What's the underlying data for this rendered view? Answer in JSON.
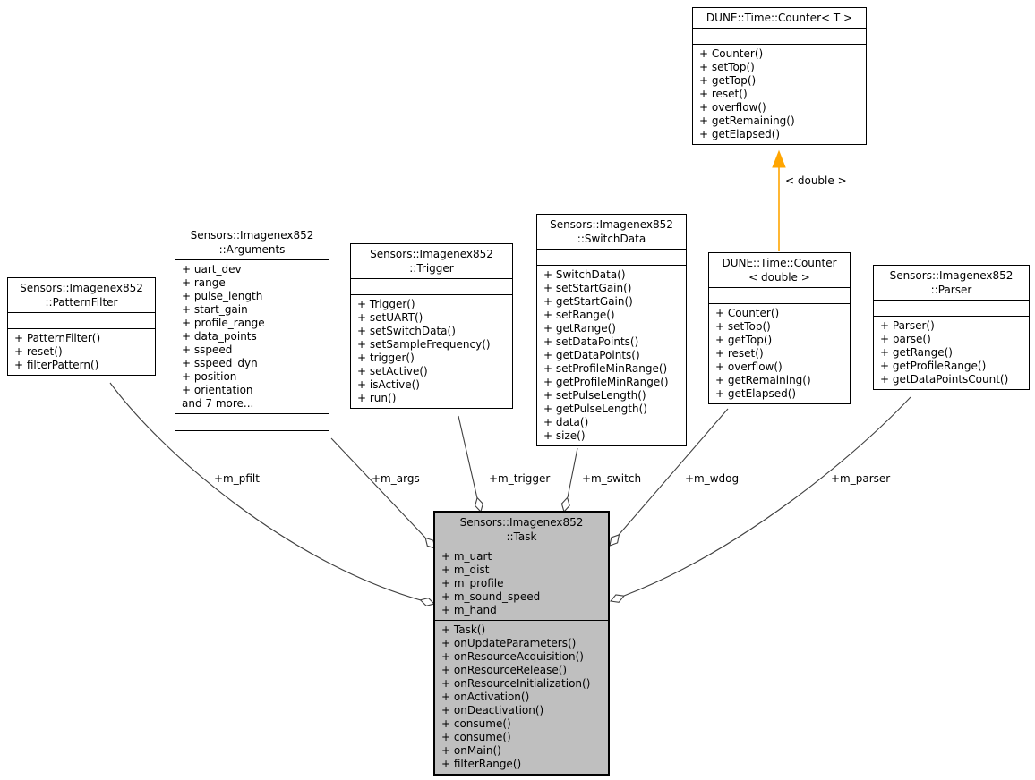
{
  "diagram": {
    "kind": "uml-collaboration-diagram",
    "colors": {
      "node-fill": "#ffffff",
      "node-border": "#000000",
      "highlight-fill": "#bfbfbf",
      "edge-color": "#404040",
      "template-edge-color": "#ffa500",
      "text-color": "#000000",
      "background": "#ffffff"
    }
  },
  "classes": [
    {
      "title": "DUNE::Time::Counter< T >",
      "attributes": [],
      "methods": [
        "+ Counter()",
        "+ setTop()",
        "+ getTop()",
        "+ reset()",
        "+ overflow()",
        "+ getRemaining()",
        "+ getElapsed()"
      ]
    },
    {
      "title": "Sensors::Imagenex852\n::PatternFilter",
      "attributes": [],
      "methods": [
        "+ PatternFilter()",
        "+ reset()",
        "+ filterPattern()"
      ]
    },
    {
      "title": "Sensors::Imagenex852\n::Arguments",
      "attributes": [
        "+ uart_dev",
        "+ range",
        "+ pulse_length",
        "+ start_gain",
        "+ profile_range",
        "+ data_points",
        "+ sspeed",
        "+ sspeed_dyn",
        "+ position",
        "+ orientation",
        "and 7 more..."
      ],
      "methods": []
    },
    {
      "title": "Sensors::Imagenex852\n::Trigger",
      "attributes": [],
      "methods": [
        "+ Trigger()",
        "+ setUART()",
        "+ setSwitchData()",
        "+ setSampleFrequency()",
        "+ trigger()",
        "+ setActive()",
        "+ isActive()",
        "+ run()"
      ]
    },
    {
      "title": "Sensors::Imagenex852\n::SwitchData",
      "attributes": [],
      "methods": [
        "+ SwitchData()",
        "+ setStartGain()",
        "+ getStartGain()",
        "+ setRange()",
        "+ getRange()",
        "+ setDataPoints()",
        "+ getDataPoints()",
        "+ setProfileMinRange()",
        "+ getProfileMinRange()",
        "+ setPulseLength()",
        "+ getPulseLength()",
        "+ data()",
        "+ size()"
      ]
    },
    {
      "title": "DUNE::Time::Counter\n< double >",
      "attributes": [],
      "methods": [
        "+ Counter()",
        "+ setTop()",
        "+ getTop()",
        "+ reset()",
        "+ overflow()",
        "+ getRemaining()",
        "+ getElapsed()"
      ]
    },
    {
      "title": "Sensors::Imagenex852\n::Parser",
      "attributes": [],
      "methods": [
        "+ Parser()",
        "+ parse()",
        "+ getRange()",
        "+ getProfileRange()",
        "+ getDataPointsCount()"
      ]
    },
    {
      "title": "Sensors::Imagenex852\n::Task",
      "attributes": [
        "+ m_uart",
        "+ m_dist",
        "+ m_profile",
        "+ m_sound_speed",
        "+ m_hand"
      ],
      "methods": [
        "+ Task()",
        "+ onUpdateParameters()",
        "+ onResourceAcquisition()",
        "+ onResourceRelease()",
        "+ onResourceInitialization()",
        "+ onActivation()",
        "+ onDeactivation()",
        "+ consume()",
        "+ consume()",
        "+ onMain()",
        "+ filterRange()"
      ]
    }
  ],
  "edges": [
    {
      "label": "+m_pfilt",
      "from": "Sensors::Imagenex852::PatternFilter",
      "to": "Sensors::Imagenex852::Task",
      "type": "aggregation"
    },
    {
      "label": "+m_args",
      "from": "Sensors::Imagenex852::Arguments",
      "to": "Sensors::Imagenex852::Task",
      "type": "aggregation"
    },
    {
      "label": "+m_trigger",
      "from": "Sensors::Imagenex852::Trigger",
      "to": "Sensors::Imagenex852::Task",
      "type": "aggregation"
    },
    {
      "label": "+m_switch",
      "from": "Sensors::Imagenex852::SwitchData",
      "to": "Sensors::Imagenex852::Task",
      "type": "aggregation"
    },
    {
      "label": "+m_wdog",
      "from": "DUNE::Time::Counter< double >",
      "to": "Sensors::Imagenex852::Task",
      "type": "aggregation"
    },
    {
      "label": "+m_parser",
      "from": "Sensors::Imagenex852::Parser",
      "to": "Sensors::Imagenex852::Task",
      "type": "aggregation"
    }
  ],
  "template_edge": {
    "label": "< double >",
    "from": "DUNE::Time::Counter< double >",
    "to": "DUNE::Time::Counter< T >",
    "type": "template-instantiation"
  }
}
